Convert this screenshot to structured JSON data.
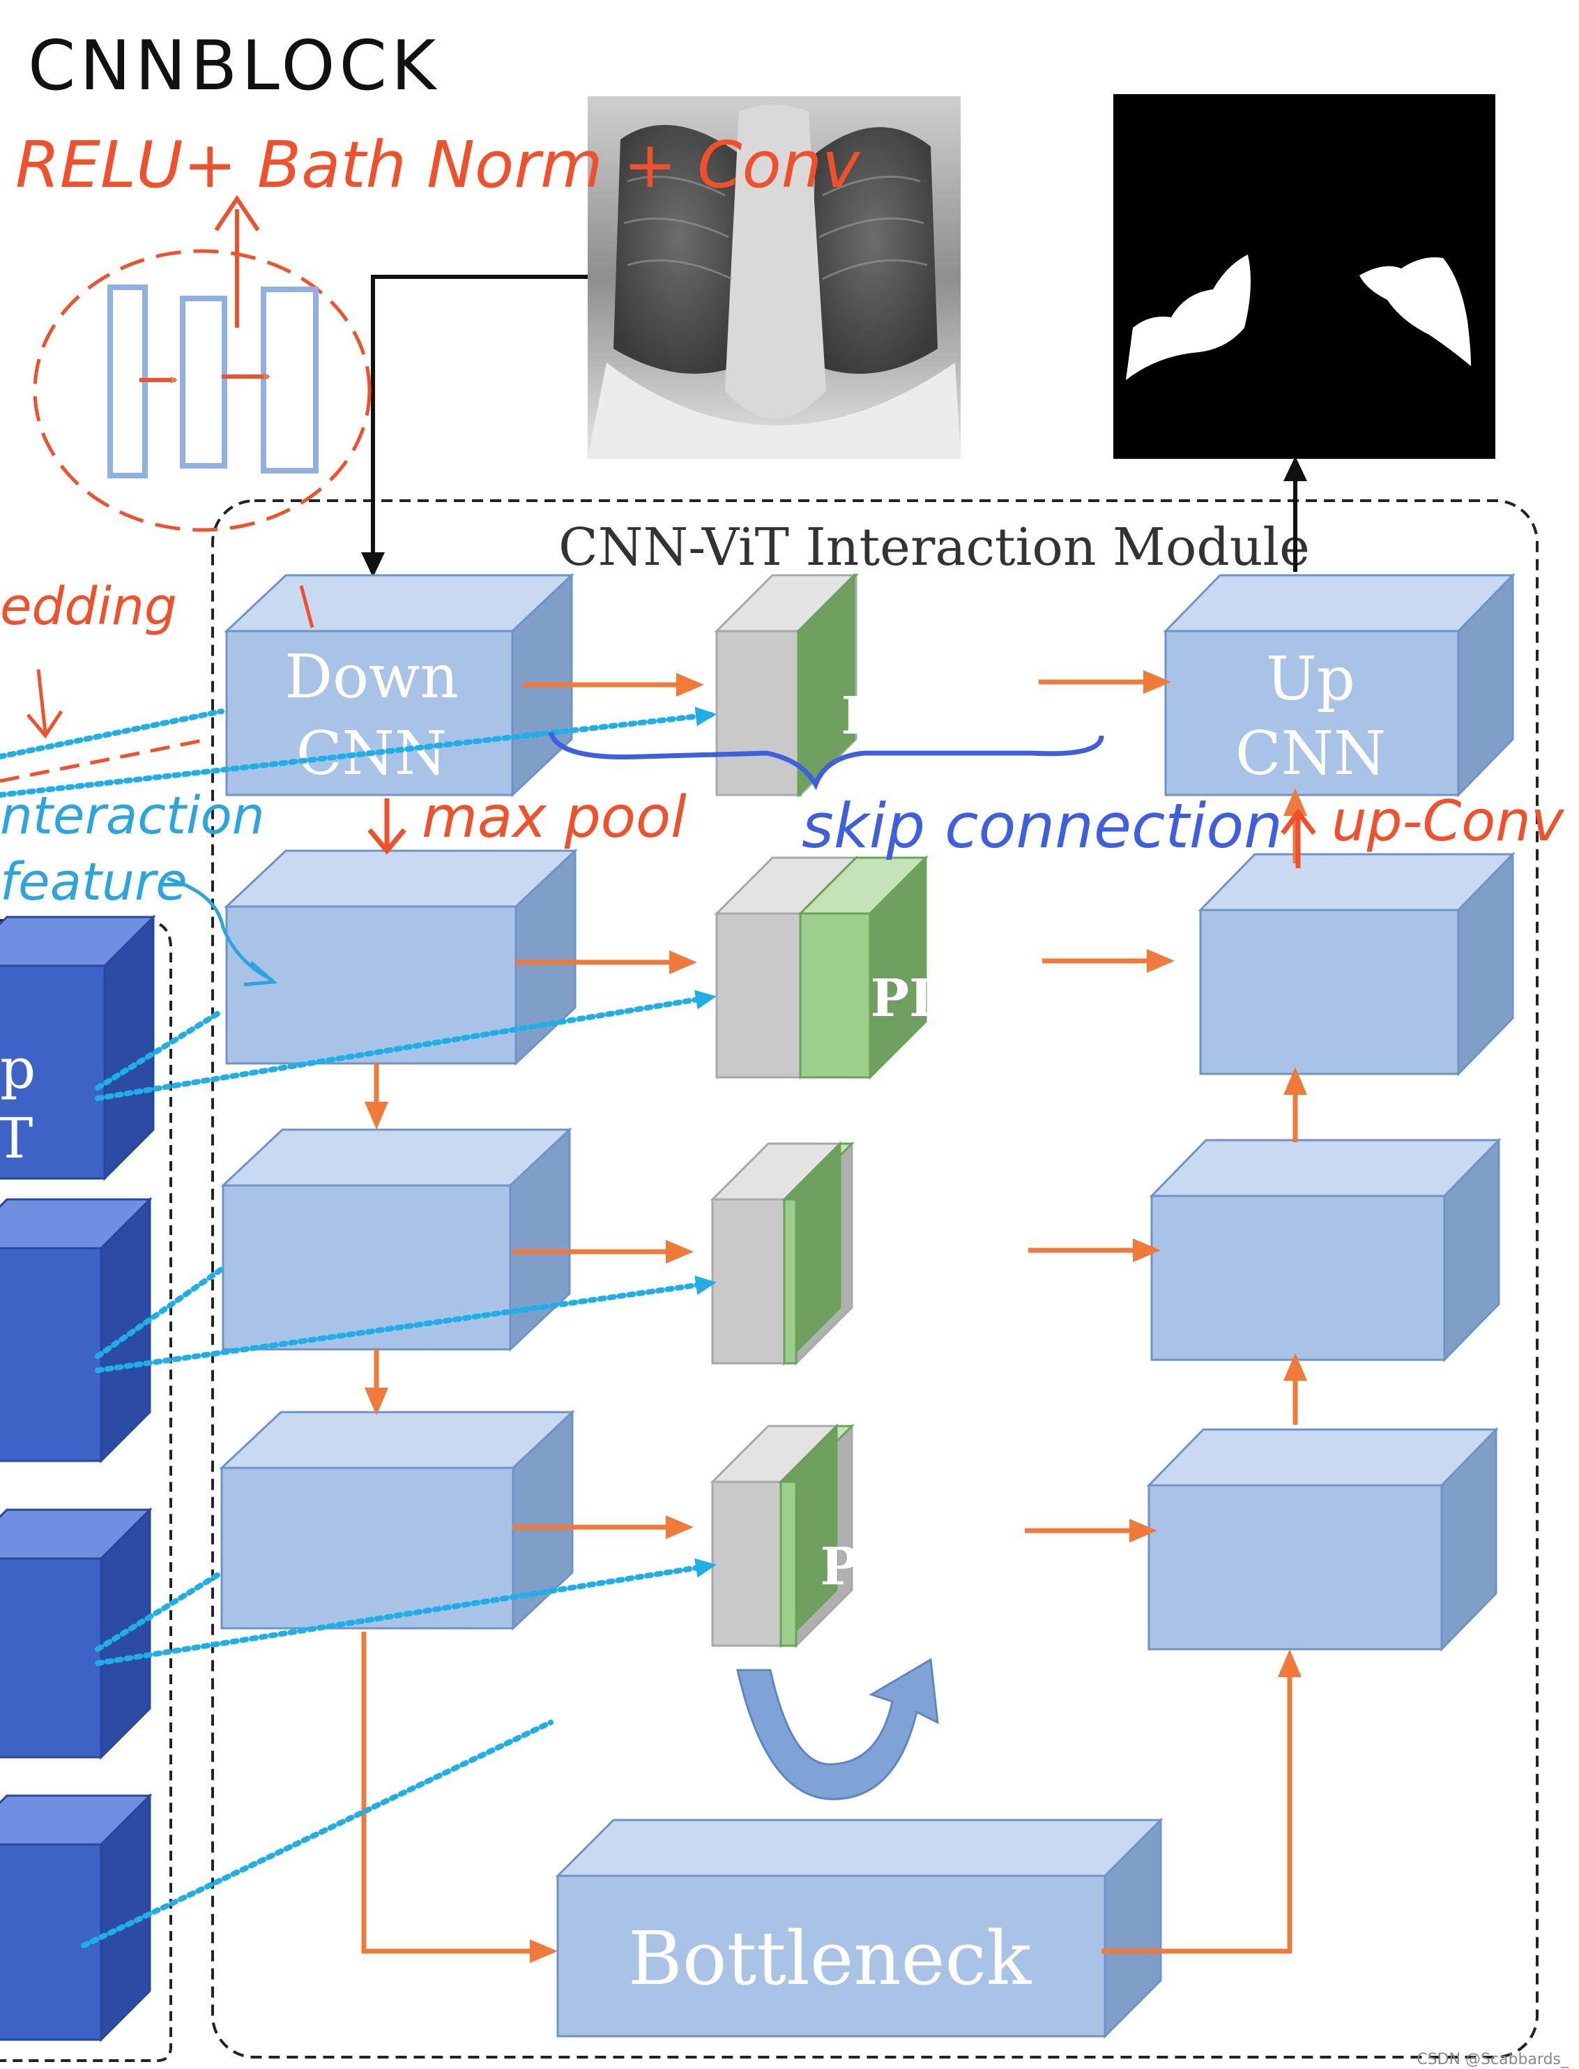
{
  "annotations": {
    "cnn_block_title": "CNNBLOCK",
    "cnn_block_formula": "RELU+ Bath Norm + Conv",
    "embedding_fragment": "edding",
    "interaction_line1": "nteraction",
    "interaction_line2": "feature",
    "max_pool": "max pool",
    "skip_connection": "skip connection",
    "up_conv": "up-Conv"
  },
  "module": {
    "title": "CNN-ViT Interaction Module",
    "down_cnn": [
      "Down",
      "CNN"
    ],
    "up_cnn": [
      "Up",
      "CNN"
    ],
    "plam_label": "PLAM",
    "bottleneck_label": "Bottleneck"
  },
  "left_panel": {
    "fragment_top": "p",
    "fragment_bottom": "T"
  },
  "watermark": "CSDN @Scabbards_",
  "colors": {
    "cnn_front": "#a9c3e6",
    "cnn_top": "#c7daf1",
    "cnn_side": "#7f9fc9",
    "cnn_stroke": "#6e93c8",
    "plam_front": "#9ccf8c",
    "plam_top": "#c4e3b6",
    "plam_side": "#6f9f5f",
    "plam_stroke": "#6aa357",
    "gray_front": "#c9c9c9",
    "gray_top": "#e3e3e3",
    "vit_front": "#3e63c6",
    "vit_top": "#6f8fe0",
    "vit_side": "#2c4ba3",
    "orange_arrow": "#f07a3a",
    "red_ink": "#f0502a",
    "blue_ink": "#3d5fe0",
    "cyan_dots": "#1eaee8",
    "sky_ink": "#2aa5e0"
  }
}
